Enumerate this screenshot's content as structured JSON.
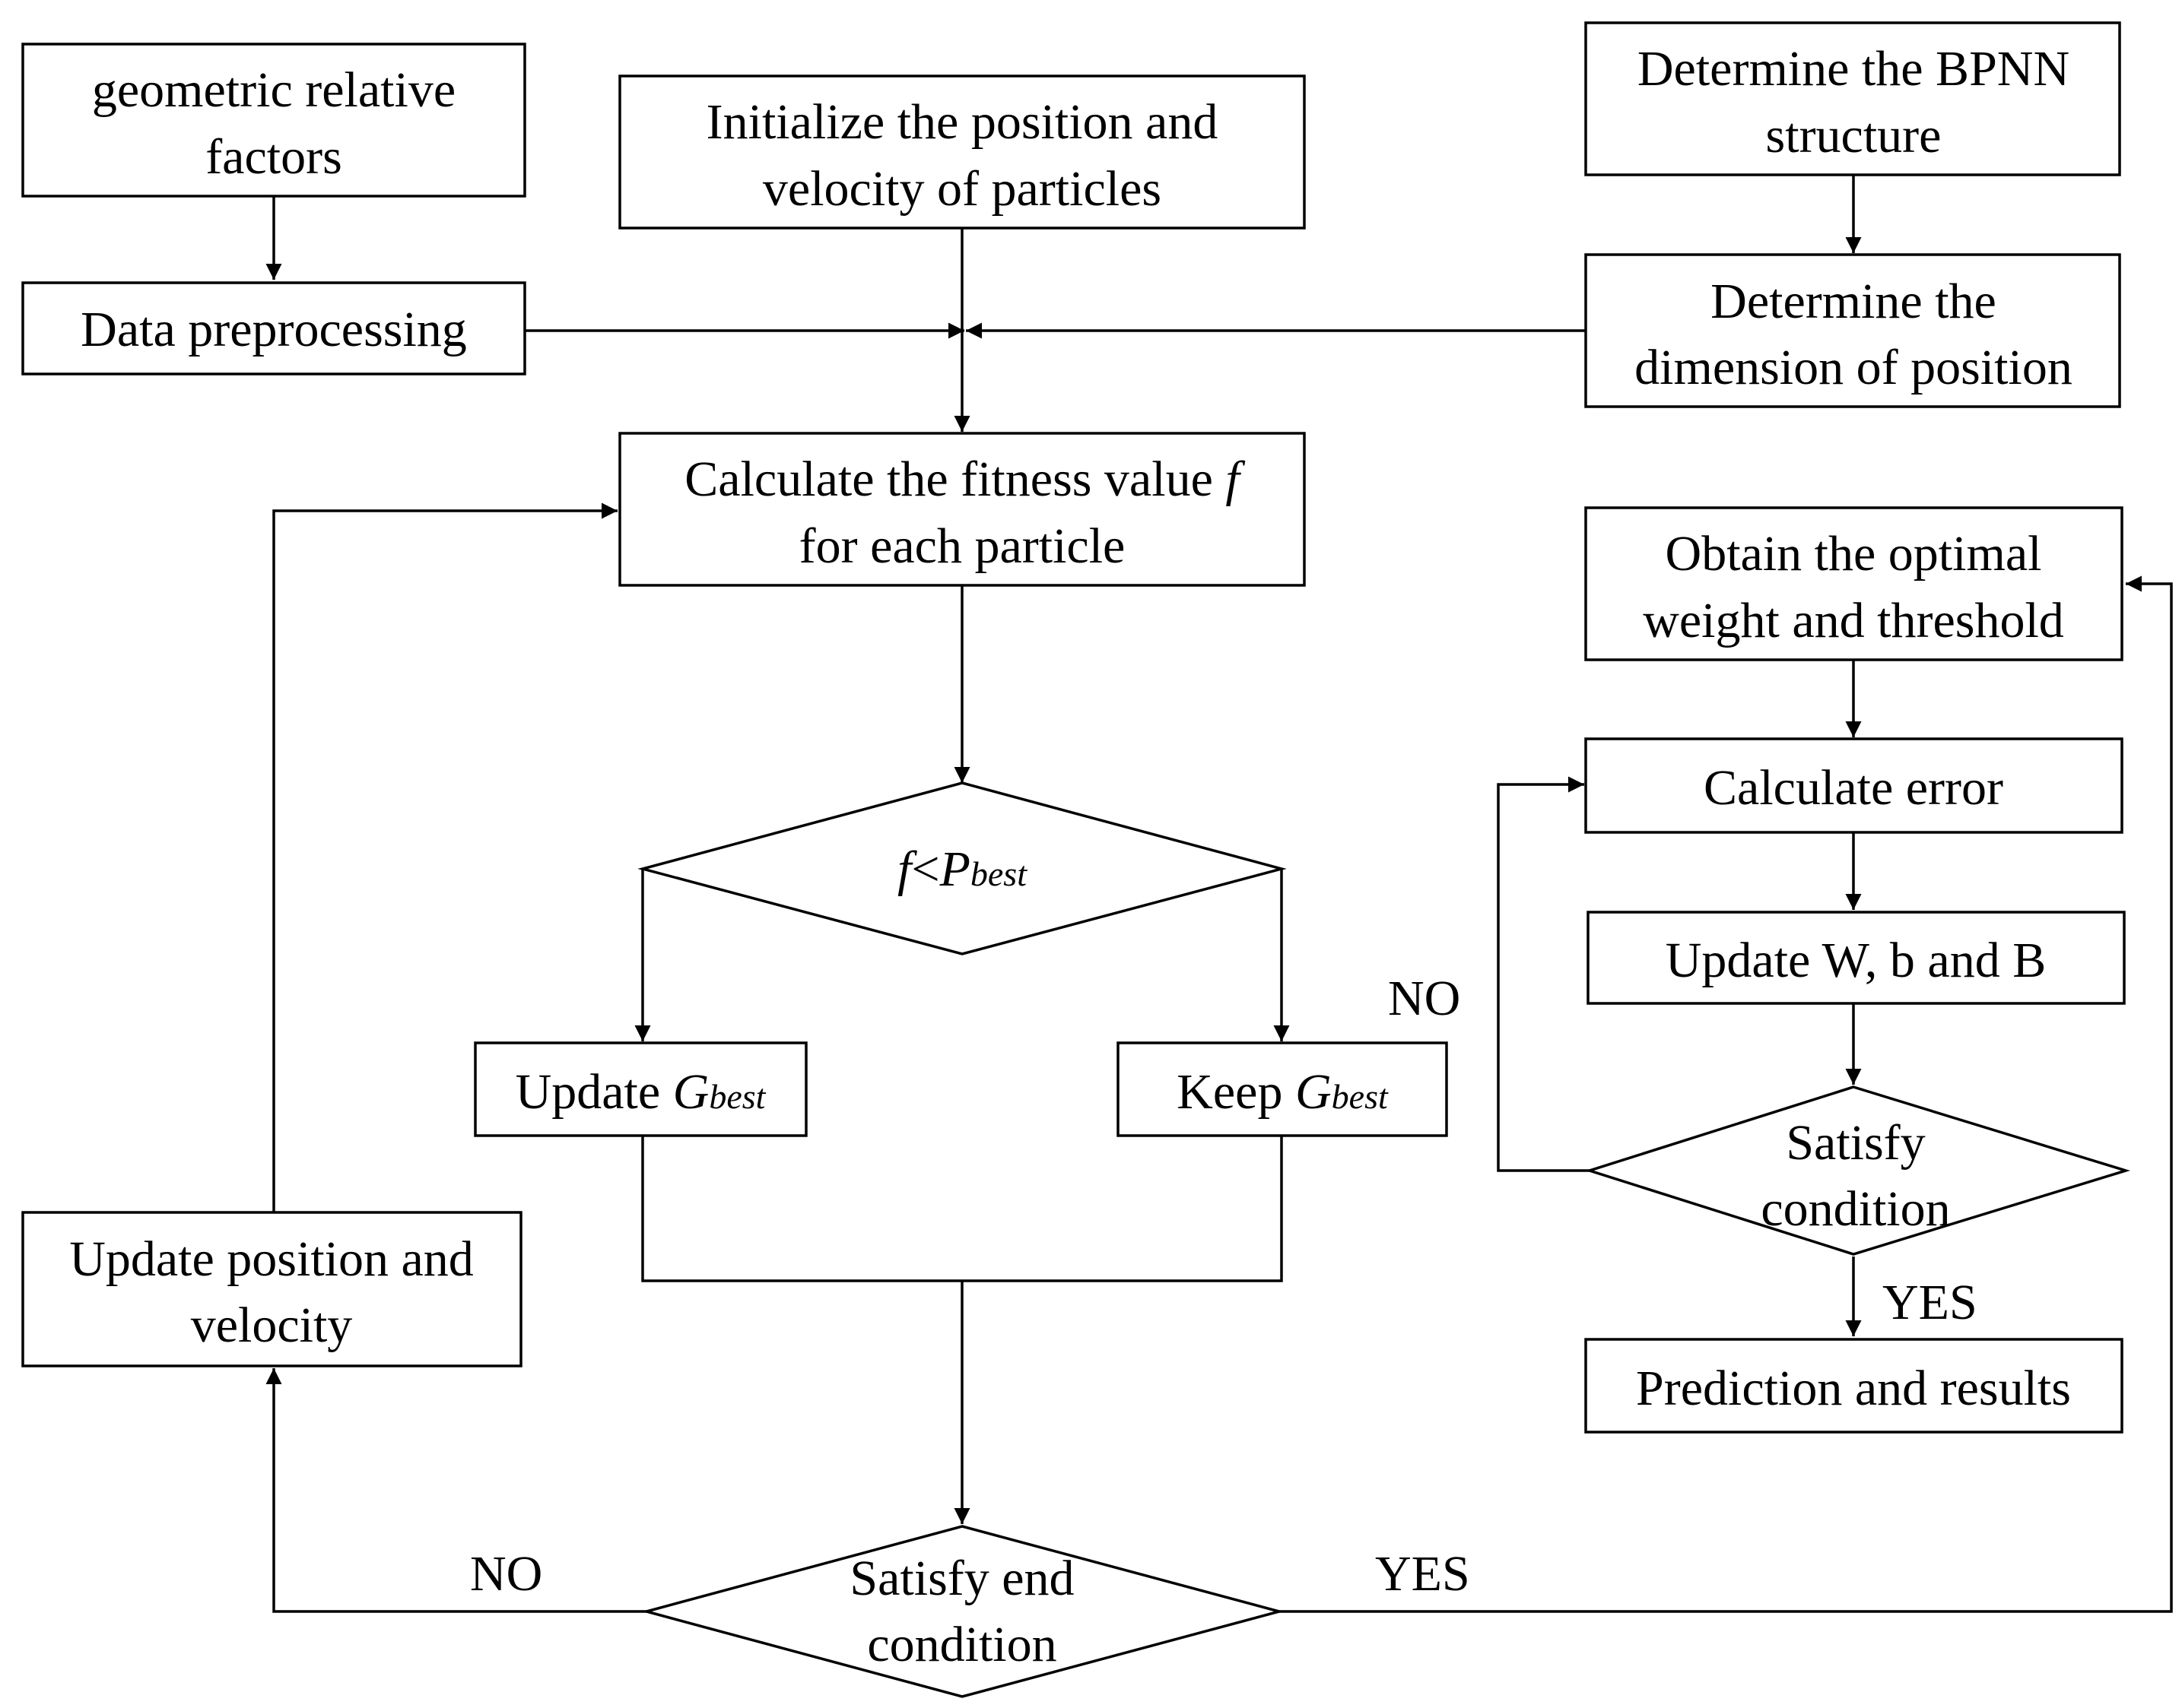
{
  "nodes": {
    "geometric_factors": {
      "line1": "geometric relative",
      "line2": "factors"
    },
    "data_preprocessing": {
      "label": "Data preprocessing"
    },
    "initialize": {
      "line1": "Initialize the position and",
      "line2": "velocity of particles"
    },
    "bpnn_structure": {
      "line1": "Determine the BPNN",
      "line2": "structure"
    },
    "dimension": {
      "line1": "Determine the",
      "line2": "dimension of position"
    },
    "fitness": {
      "line1": "Calculate the fitness value",
      "var": "f",
      "line2": "for each particle"
    },
    "compare": {
      "lhs": "f",
      "op": "<",
      "rhs": "P",
      "rhs_sub": "best"
    },
    "update_gbest": {
      "text": "Update",
      "var": "G",
      "sub": "best"
    },
    "keep_gbest": {
      "text": "Keep",
      "var": "G",
      "sub": "best"
    },
    "update_pos_vel": {
      "line1": "Update position and",
      "line2": "velocity"
    },
    "end_condition": {
      "line1": "Satisfy end",
      "line2": "condition"
    },
    "optimal": {
      "line1": "Obtain the optimal",
      "line2": "weight and threshold"
    },
    "calc_error": {
      "label": "Calculate error"
    },
    "update_wbb": {
      "label": "Update W, b and B"
    },
    "satisfy": {
      "line1": "Satisfy",
      "line2": "condition"
    },
    "prediction": {
      "label": "Prediction and results"
    }
  },
  "edge_labels": {
    "end_no": "NO",
    "end_yes": "YES",
    "satisfy_no": "NO",
    "satisfy_yes": "YES"
  }
}
